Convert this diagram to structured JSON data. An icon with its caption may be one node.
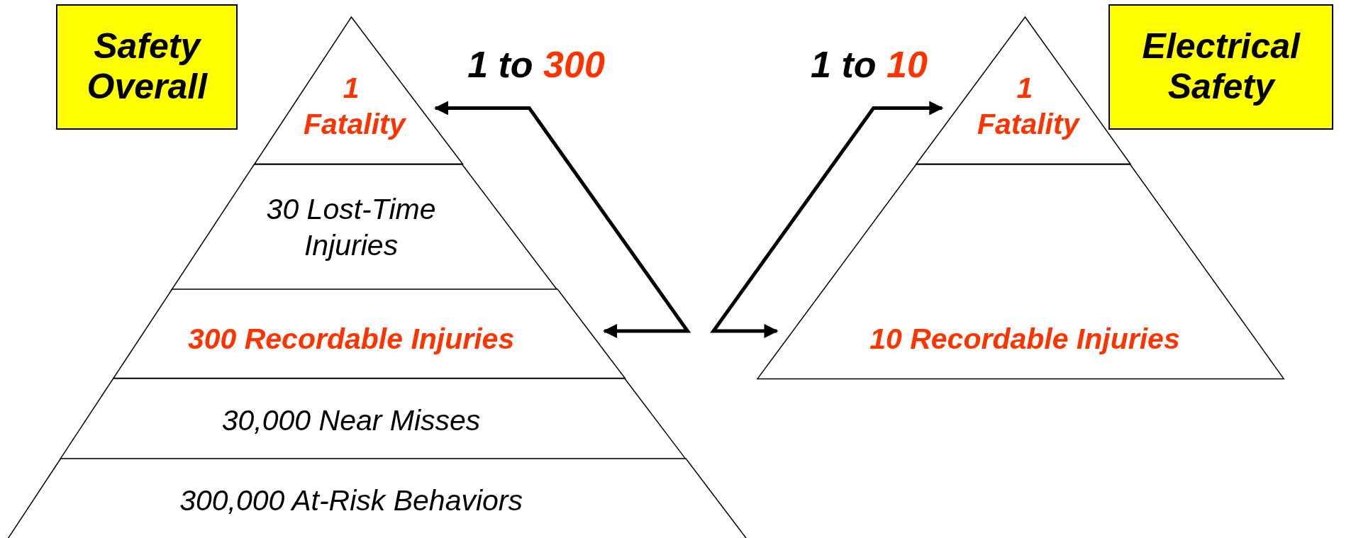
{
  "diagram": {
    "nodes": [
      {
        "text": [
          "Safety Overall"
        ]
      },
      {
        "text": [
          "1 Fatality"
        ]
      },
      {
        "text": [
          "30 Lost-Time Injuries"
        ]
      },
      {
        "text": [
          "300 Recordable Injuries"
        ]
      },
      {
        "text": [
          "30,000 Near Misses"
        ]
      },
      {
        "text": [
          "300,000 At-Risk Behaviors"
        ]
      },
      {
        "text": [
          "1 Fatality"
        ]
      },
      {
        "text": [
          "10 Recordable Injuries"
        ]
      },
      {
        "text": [
          "Electrical Safety"
        ]
      }
    ],
    "edges": [
      {
        "from": 3,
        "to": 1,
        "arrow": "both",
        "label": "1 to 300"
      },
      {
        "from": 7,
        "to": 6,
        "arrow": "both",
        "label": "1 to 10"
      }
    ]
  }
}
